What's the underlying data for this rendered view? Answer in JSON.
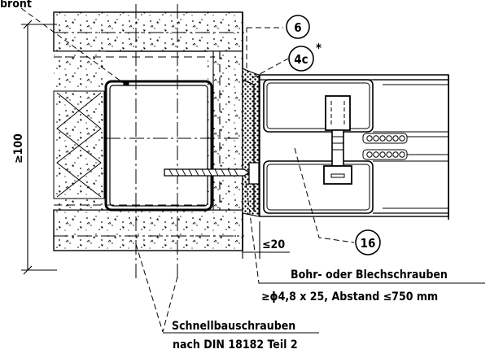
{
  "labels": {
    "top_left_fragment": "bront",
    "dimension_height": "≥100",
    "dimension_gap": "≤20",
    "callout_6": "6",
    "callout_4c": "4c",
    "callout_4c_mark": "*",
    "callout_16": "16",
    "screw_note_line1": "Bohr- oder Blechschrauben",
    "screw_note_line2": "≥ϕ4,8 x 25, Abstand ≤750 mm",
    "drywall_note_line1": "Schnellbauschrauben",
    "drywall_note_line2": "nach DIN 18182 Teil 2"
  },
  "colors": {
    "ink": "#000000",
    "paper": "#ffffff"
  }
}
